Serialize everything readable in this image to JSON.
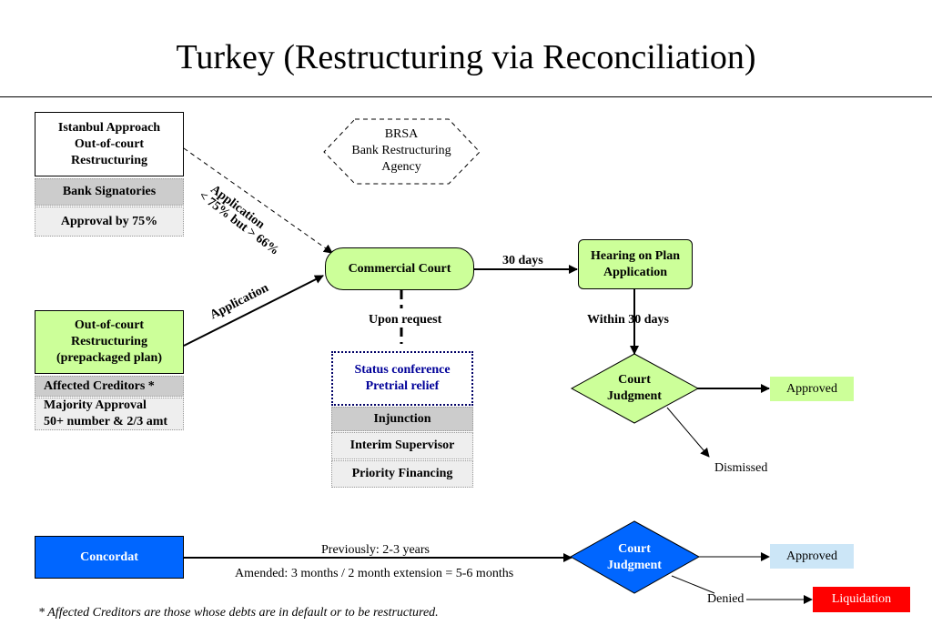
{
  "title": "Turkey (Restructuring via Reconciliation)",
  "istanbul": {
    "heading": "Istanbul Approach\nOut-of-court\nRestructuring",
    "signatories": "Bank Signatories",
    "approval": "Approval by 75%"
  },
  "brsa": {
    "text": "BRSA\nBank Restructuring\nAgency"
  },
  "dashed_application": {
    "label": "Application",
    "sublabel": "< 75% but > 66%"
  },
  "out_of_court": {
    "heading": "Out-of-court\nRestructuring\n(prepackaged plan)",
    "affected": "Affected Creditors *",
    "majority": "Majority Approval\n50+ number & 2/3 amt",
    "application_label": "Application"
  },
  "commercial_court": {
    "label": "Commercial Court"
  },
  "thirty_days": "30 days",
  "upon_request": "Upon  request",
  "hearing": {
    "label": "Hearing on Plan\nApplication"
  },
  "within_label": "Within  30 days",
  "status_conference": {
    "label": "Status conference\nPretrial relief",
    "items": [
      "Injunction",
      "Interim Supervisor",
      "Priority Financing"
    ]
  },
  "court_judgment_1": {
    "label": "Court\nJudgment",
    "approved": "Approved",
    "dismissed": "Dismissed"
  },
  "concordat": {
    "label": "Concordat",
    "previously": "Previously: 2-3 years",
    "amended": "Amended:  3 months / 2 month extension = 5-6 months"
  },
  "court_judgment_2": {
    "label": "Court\nJudgment",
    "approved": "Approved",
    "denied": "Denied",
    "liquidation": "Liquidation"
  },
  "footnote": "*  Affected Creditors are those whose debts are in default or to be restructured.",
  "colors": {
    "green_fill": "#ccff99",
    "blue_fill": "#0066ff",
    "status_text": "#000099",
    "red_fill": "#ff0000"
  }
}
